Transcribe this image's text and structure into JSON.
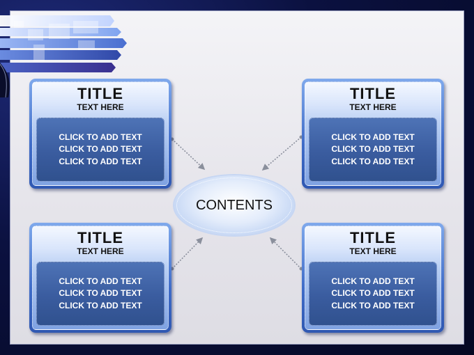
{
  "center": {
    "label": "CONTENTS"
  },
  "cards": [
    {
      "title": "TITLE",
      "subtitle": "TEXT HERE",
      "lines": [
        "CLICK TO ADD TEXT",
        "CLICK TO ADD TEXT",
        "CLICK TO ADD TEXT"
      ]
    },
    {
      "title": "TITLE",
      "subtitle": "TEXT HERE",
      "lines": [
        "CLICK TO ADD TEXT",
        "CLICK TO ADD TEXT",
        "CLICK TO ADD TEXT"
      ]
    },
    {
      "title": "TITLE",
      "subtitle": "TEXT HERE",
      "lines": [
        "CLICK TO ADD TEXT",
        "CLICK TO ADD TEXT",
        "CLICK TO ADD TEXT"
      ]
    },
    {
      "title": "TITLE",
      "subtitle": "TEXT HERE",
      "lines": [
        "CLICK TO ADD TEXT",
        "CLICK TO ADD TEXT",
        "CLICK TO ADD TEXT"
      ]
    }
  ],
  "colors": {
    "background": "#0b1140",
    "card_frame": "#3f6cc8",
    "card_body": "#3a5c9f",
    "connector": "#8a8f9c"
  }
}
